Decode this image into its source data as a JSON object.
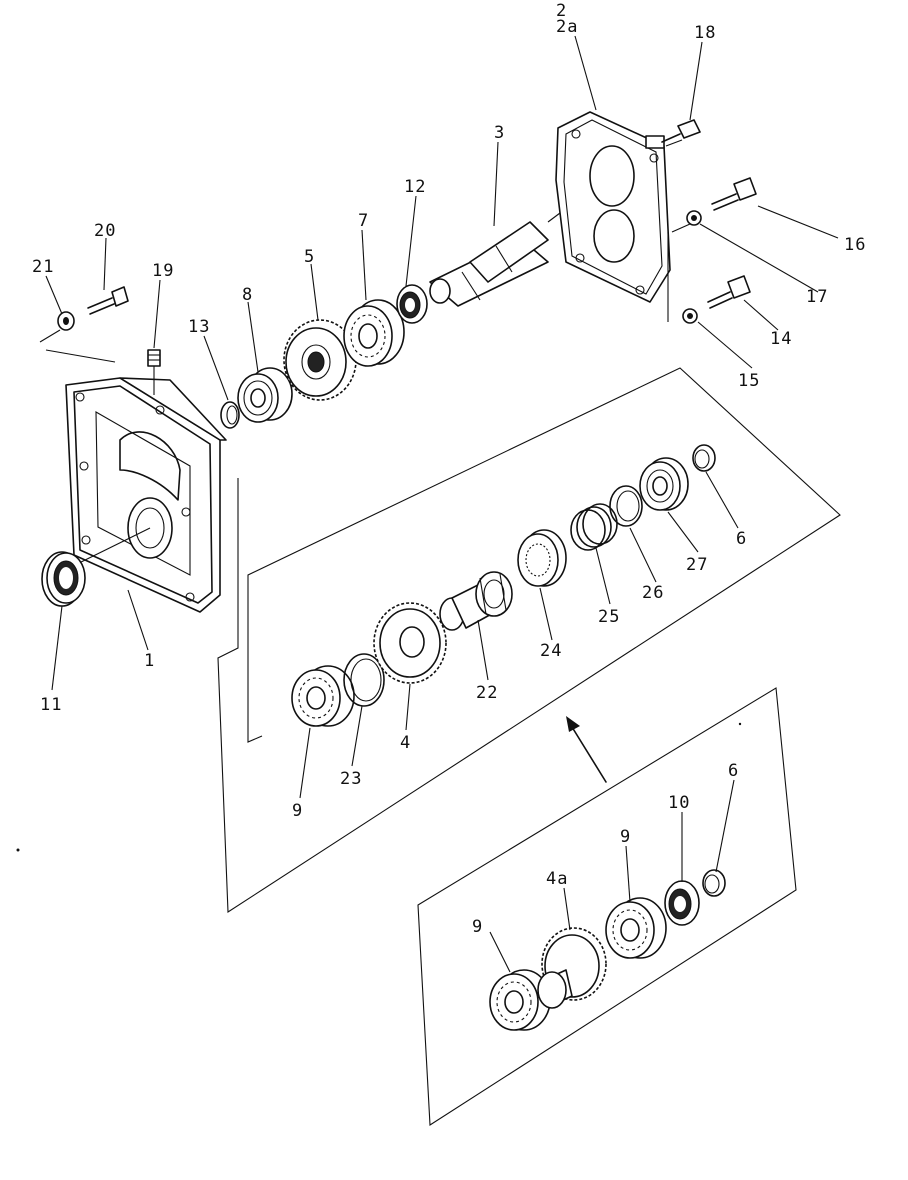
{
  "callouts": {
    "p1": "1",
    "p2": "2",
    "p2a": "2a",
    "p3": "3",
    "p4": "4",
    "p4a": "4a",
    "p5": "5",
    "p6_upper": "6",
    "p6_lower": "6",
    "p7": "7",
    "p8": "8",
    "p9_upper": "9",
    "p9_lower_right": "9",
    "p9_lower_left": "9",
    "p10": "10",
    "p11": "11",
    "p12": "12",
    "p13": "13",
    "p14": "14",
    "p15": "15",
    "p16": "16",
    "p17": "17",
    "p18": "18",
    "p19": "19",
    "p20": "20",
    "p21": "21",
    "p22": "22",
    "p23": "23",
    "p24": "24",
    "p25": "25",
    "p26": "26",
    "p27": "27"
  }
}
